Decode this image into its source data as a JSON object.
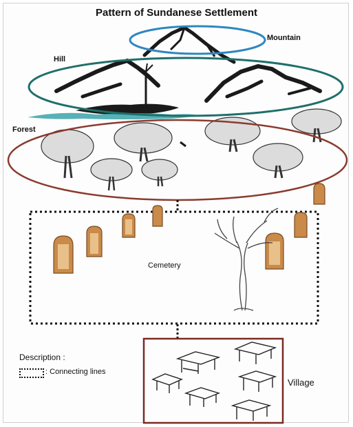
{
  "title": "Pattern of Sundanese Settlement",
  "labels": {
    "mountain": "Mountain",
    "hill": "Hill",
    "forest": "Forest",
    "cemetery": "Cemetery",
    "village": "Village"
  },
  "legend": {
    "heading": "Description :",
    "marker": ":",
    "item": "Connecting lines"
  },
  "colors": {
    "mountain_ellipse": "#2e86c1",
    "hill_ellipse": "#1f6f6a",
    "forest_ellipse": "#8b3a2e",
    "village_box": "#7a2a22",
    "connector": "#111111",
    "ink": "#1a1a1a",
    "water": "#3aa3a8",
    "tombstone": "#c98a4a"
  }
}
